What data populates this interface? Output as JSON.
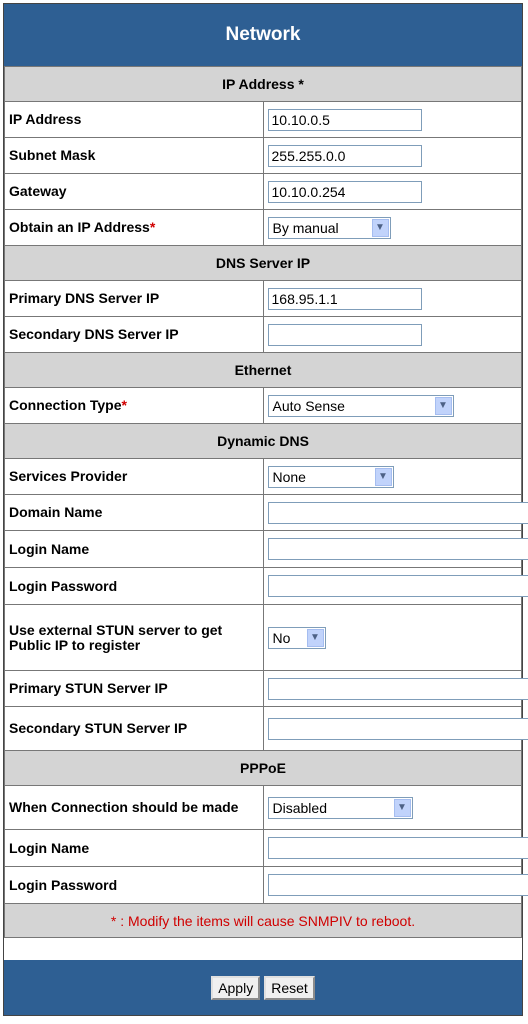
{
  "title": "Network",
  "sections": {
    "ip": "IP Address",
    "dns": "DNS Server IP",
    "ethernet": "Ethernet",
    "ddns": "Dynamic DNS",
    "pppoe": "PPPoE"
  },
  "required_mark": "*",
  "labels": {
    "ip_address": "IP Address",
    "subnet_mask": "Subnet Mask",
    "gateway": "Gateway",
    "obtain_ip": "Obtain an IP Address",
    "primary_dns": "Primary DNS Server IP",
    "secondary_dns": "Secondary DNS Server IP",
    "connection_type": "Connection Type",
    "services_provider": "Services Provider",
    "domain_name": "Domain Name",
    "login_name": "Login Name",
    "login_password": "Login Password",
    "use_stun": "Use external STUN server to get Public IP to register",
    "primary_stun": "Primary STUN Server IP",
    "secondary_stun": "Secondary STUN Server IP",
    "when_connection": "When Connection should be made",
    "pppoe_login_name": "Login Name",
    "pppoe_login_password": "Login Password"
  },
  "values": {
    "ip_address": "10.10.0.5",
    "subnet_mask": "255.255.0.0",
    "gateway": "10.10.0.254",
    "obtain_ip": "By manual",
    "primary_dns": "168.95.1.1",
    "secondary_dns": "",
    "connection_type": "Auto Sense",
    "services_provider": "None",
    "domain_name": "",
    "login_name": "",
    "login_password": "",
    "use_stun": "No",
    "primary_stun": "",
    "secondary_stun": "",
    "when_connection": "Disabled",
    "pppoe_login_name": "",
    "pppoe_login_password": ""
  },
  "note": "* : Modify the items will cause SNMPIV to reboot.",
  "buttons": {
    "apply": "Apply",
    "reset": "Reset"
  },
  "icons": {
    "dropdown": "chevron-down-icon"
  }
}
